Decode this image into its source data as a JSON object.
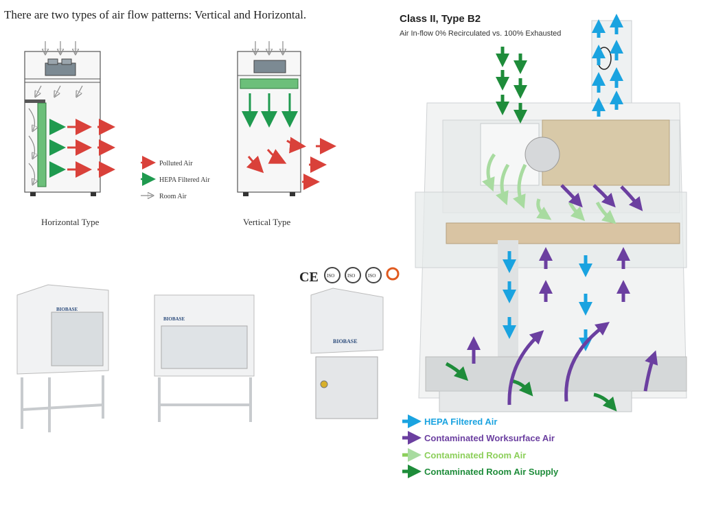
{
  "slide": {
    "title": "There are two types of air flow patterns: Vertical and Horizontal."
  },
  "flow_patterns": {
    "horizontal_label": "Horizontal Type",
    "vertical_label": "Vertical Type",
    "legend": [
      {
        "label": "Polluted Air",
        "color": "#d9413a",
        "icon": "red-double-arrow-icon"
      },
      {
        "label": "HEPA Filtered Air",
        "color": "#1f9a4f",
        "icon": "green-double-arrow-icon"
      },
      {
        "label": "Room Air",
        "color": "#9a9a9a",
        "icon": "outline-arrow-icon"
      }
    ]
  },
  "products": {
    "brand": "BIOBASE",
    "certifications": [
      "CE",
      "ISO",
      "ISO",
      "ISO"
    ]
  },
  "class_b2": {
    "title": "Class II, Type B2",
    "subtitle": "Air In-flow 0% Recirculated vs. 100% Exhausted",
    "legend": [
      {
        "label": "HEPA Filtered Air",
        "color": "#1aa3e0",
        "icon": "blue-arrow-icon"
      },
      {
        "label": "Contaminated Worksurface Air",
        "color": "#6b3fa0",
        "icon": "purple-arrow-icon"
      },
      {
        "label": "Contaminated Room Air",
        "color": "#8ccf5a",
        "icon": "light-green-arrow-icon"
      },
      {
        "label": "Contaminated Room Air Supply",
        "color": "#1e8c3a",
        "icon": "dark-green-arrow-icon"
      }
    ]
  }
}
